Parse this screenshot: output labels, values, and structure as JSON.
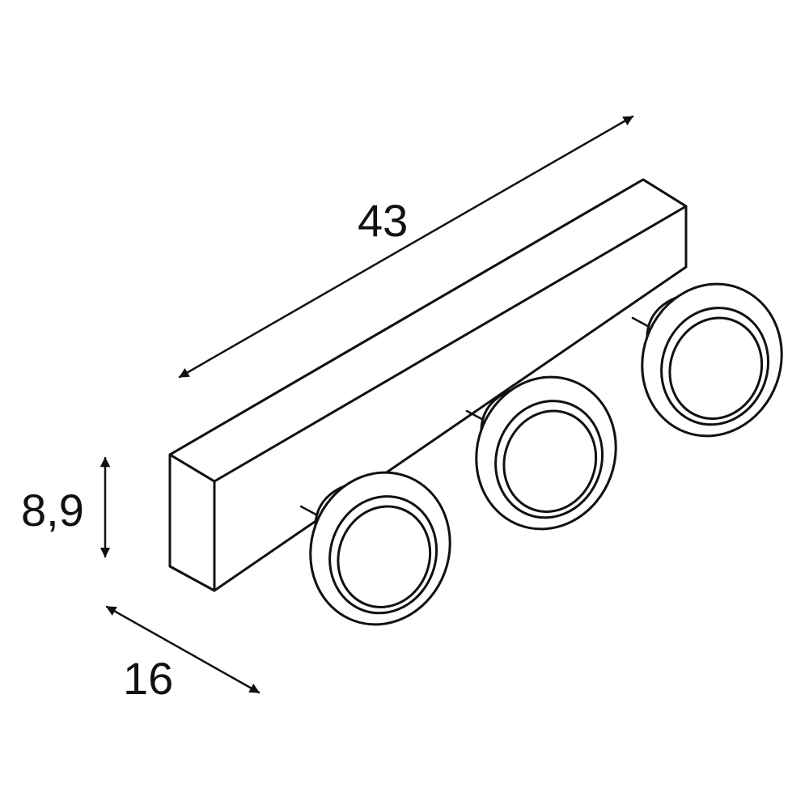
{
  "dimensions": {
    "length": {
      "value": "43"
    },
    "height": {
      "value": "8,9"
    },
    "depth": {
      "value": "16"
    }
  },
  "spotlights": [
    {
      "id": "left"
    },
    {
      "id": "middle"
    },
    {
      "id": "right"
    }
  ],
  "colors": {
    "line": "#111111",
    "background": "#ffffff"
  }
}
